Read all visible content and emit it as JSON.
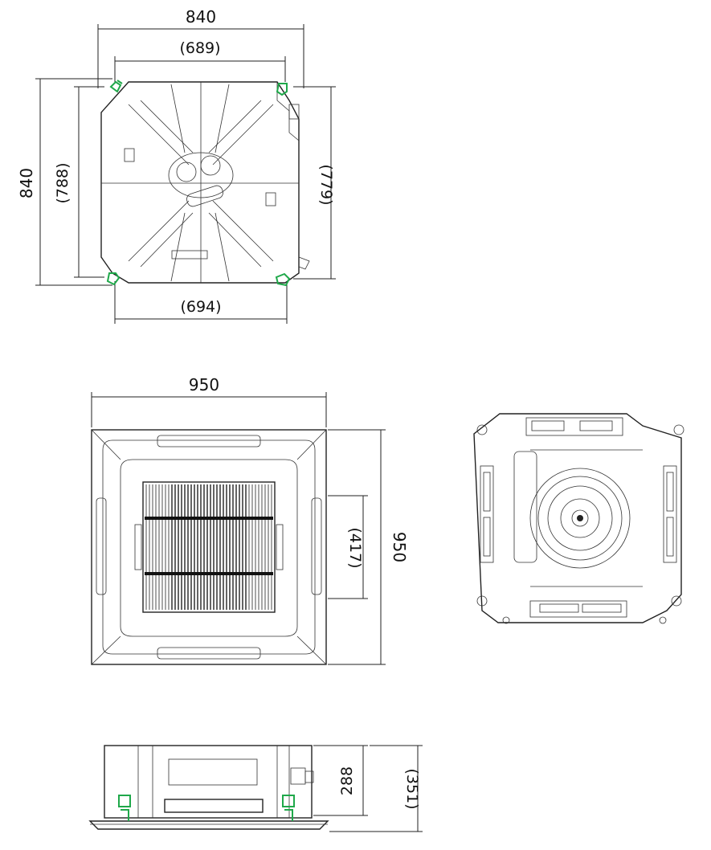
{
  "dimensions": {
    "top_width": "840",
    "top_inner_width": "(689)",
    "top_height": "840",
    "top_inner_left_height": "(788)",
    "top_inner_right_height": "(779)",
    "top_bottom_width": "(694)",
    "panel_width": "950",
    "panel_height": "950",
    "panel_grille_height": "(417)",
    "side_height": "288",
    "side_total_height": "(351)"
  },
  "colors": {
    "line": "#222222",
    "hanger_bracket": "#1fa84a",
    "background": "#ffffff"
  }
}
